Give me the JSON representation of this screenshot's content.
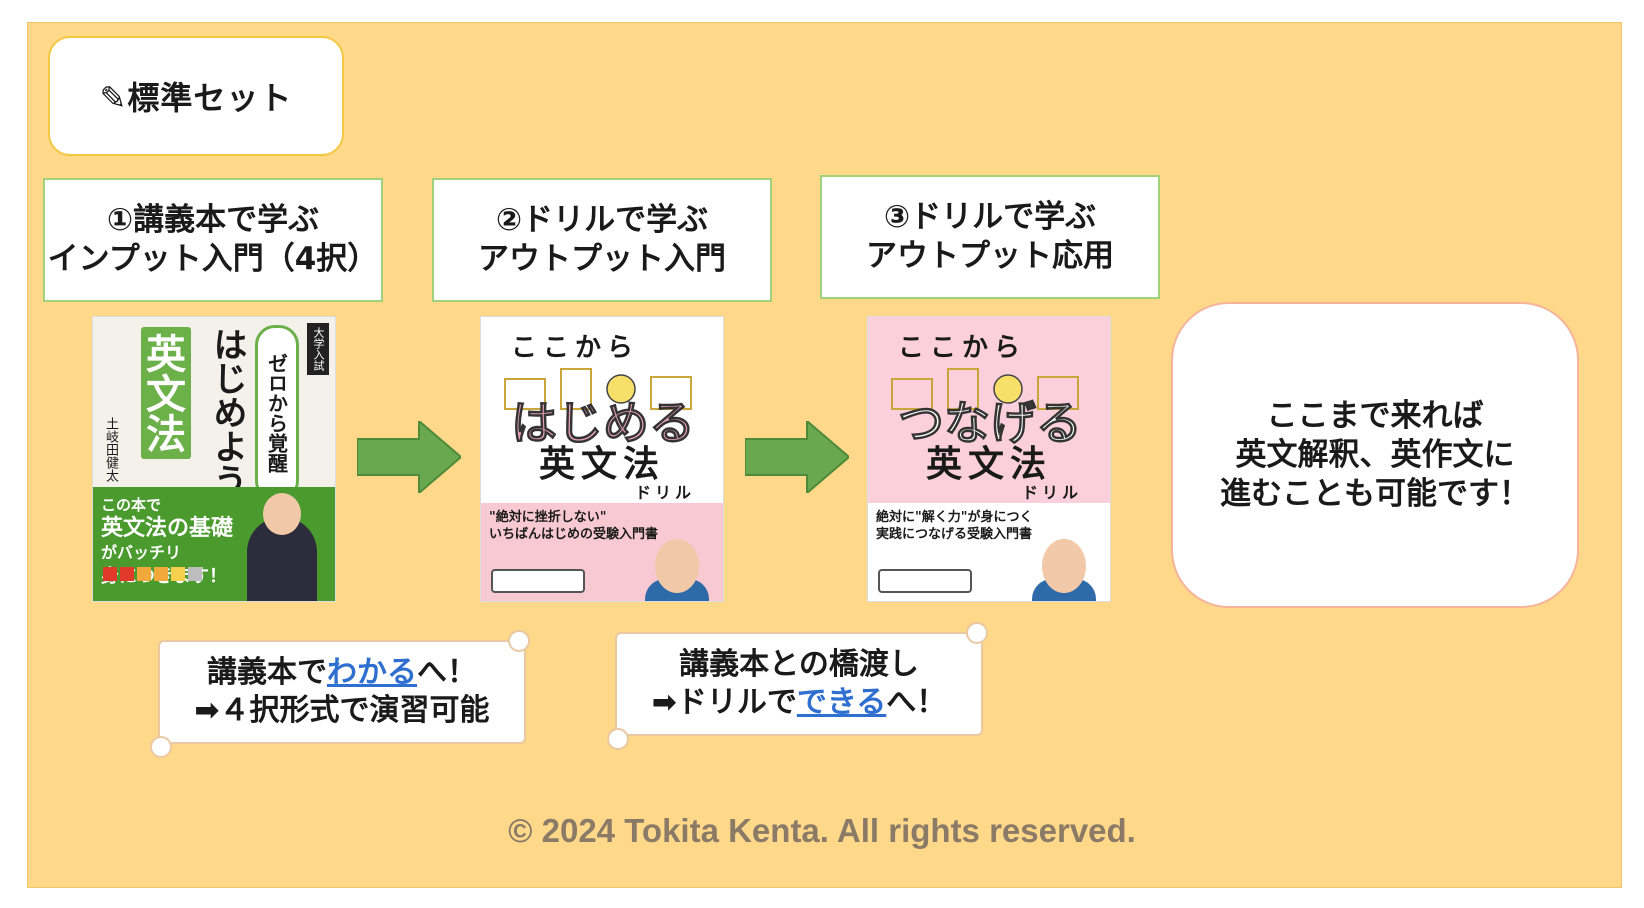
{
  "set_label": "✎標準セット",
  "steps": [
    {
      "line1": "①講義本で学ぶ",
      "line2": "インプット入門（4択）"
    },
    {
      "line1": "②ドリルで学ぶ",
      "line2": "アウトプット入門"
    },
    {
      "line1": "③ドリルで学ぶ",
      "line2": "アウトプット応用"
    }
  ],
  "books": [
    {
      "tag": "大学入試",
      "title_main": "英文法",
      "title_sub": "はじめよう",
      "title_badge": "ゼロから覚醒",
      "author": "土岐田健太",
      "band_text_1": "この本で",
      "band_text_2": "英文法の基礎",
      "band_text_3": "がバッチリ",
      "band_text_4": "身につきます！"
    },
    {
      "series": "ここから",
      "title_big": "はじめる",
      "title_main": "英文法",
      "title_small": "ドリル",
      "catch_1": "\"絶対に挫折しない\"",
      "catch_2": "いちばんはじめの受験入門書",
      "cover_color": "#ffffff"
    },
    {
      "series": "ここから",
      "title_big": "つなげる",
      "title_main": "英文法",
      "title_small": "ドリル",
      "catch_1": "絶対に\"解く力\"が身につく",
      "catch_2": "実践につなげる受験入門書",
      "cover_color": "#fbd0dc"
    }
  ],
  "notes": [
    {
      "line1_prefix": "講義本で",
      "line1_link": "わかる",
      "line1_suffix": "へ！",
      "line2": "➡４択形式で演習可能"
    },
    {
      "line1": "講義本との橋渡し",
      "line2_prefix": "➡ドリルで",
      "line2_link": "できる",
      "line2_suffix": "へ！"
    }
  ],
  "goal": {
    "line1": "ここまで来れば",
    "line2": "英文解釈、英作文に",
    "line3": "進むことも可能です！"
  },
  "copyright": "© 2024 Tokita Kenta. All rights reserved.",
  "colors": {
    "panel": "#ffd88a",
    "step_border": "#9fd27a",
    "arrow": "#6aa84f",
    "link": "#2f6fd0"
  }
}
